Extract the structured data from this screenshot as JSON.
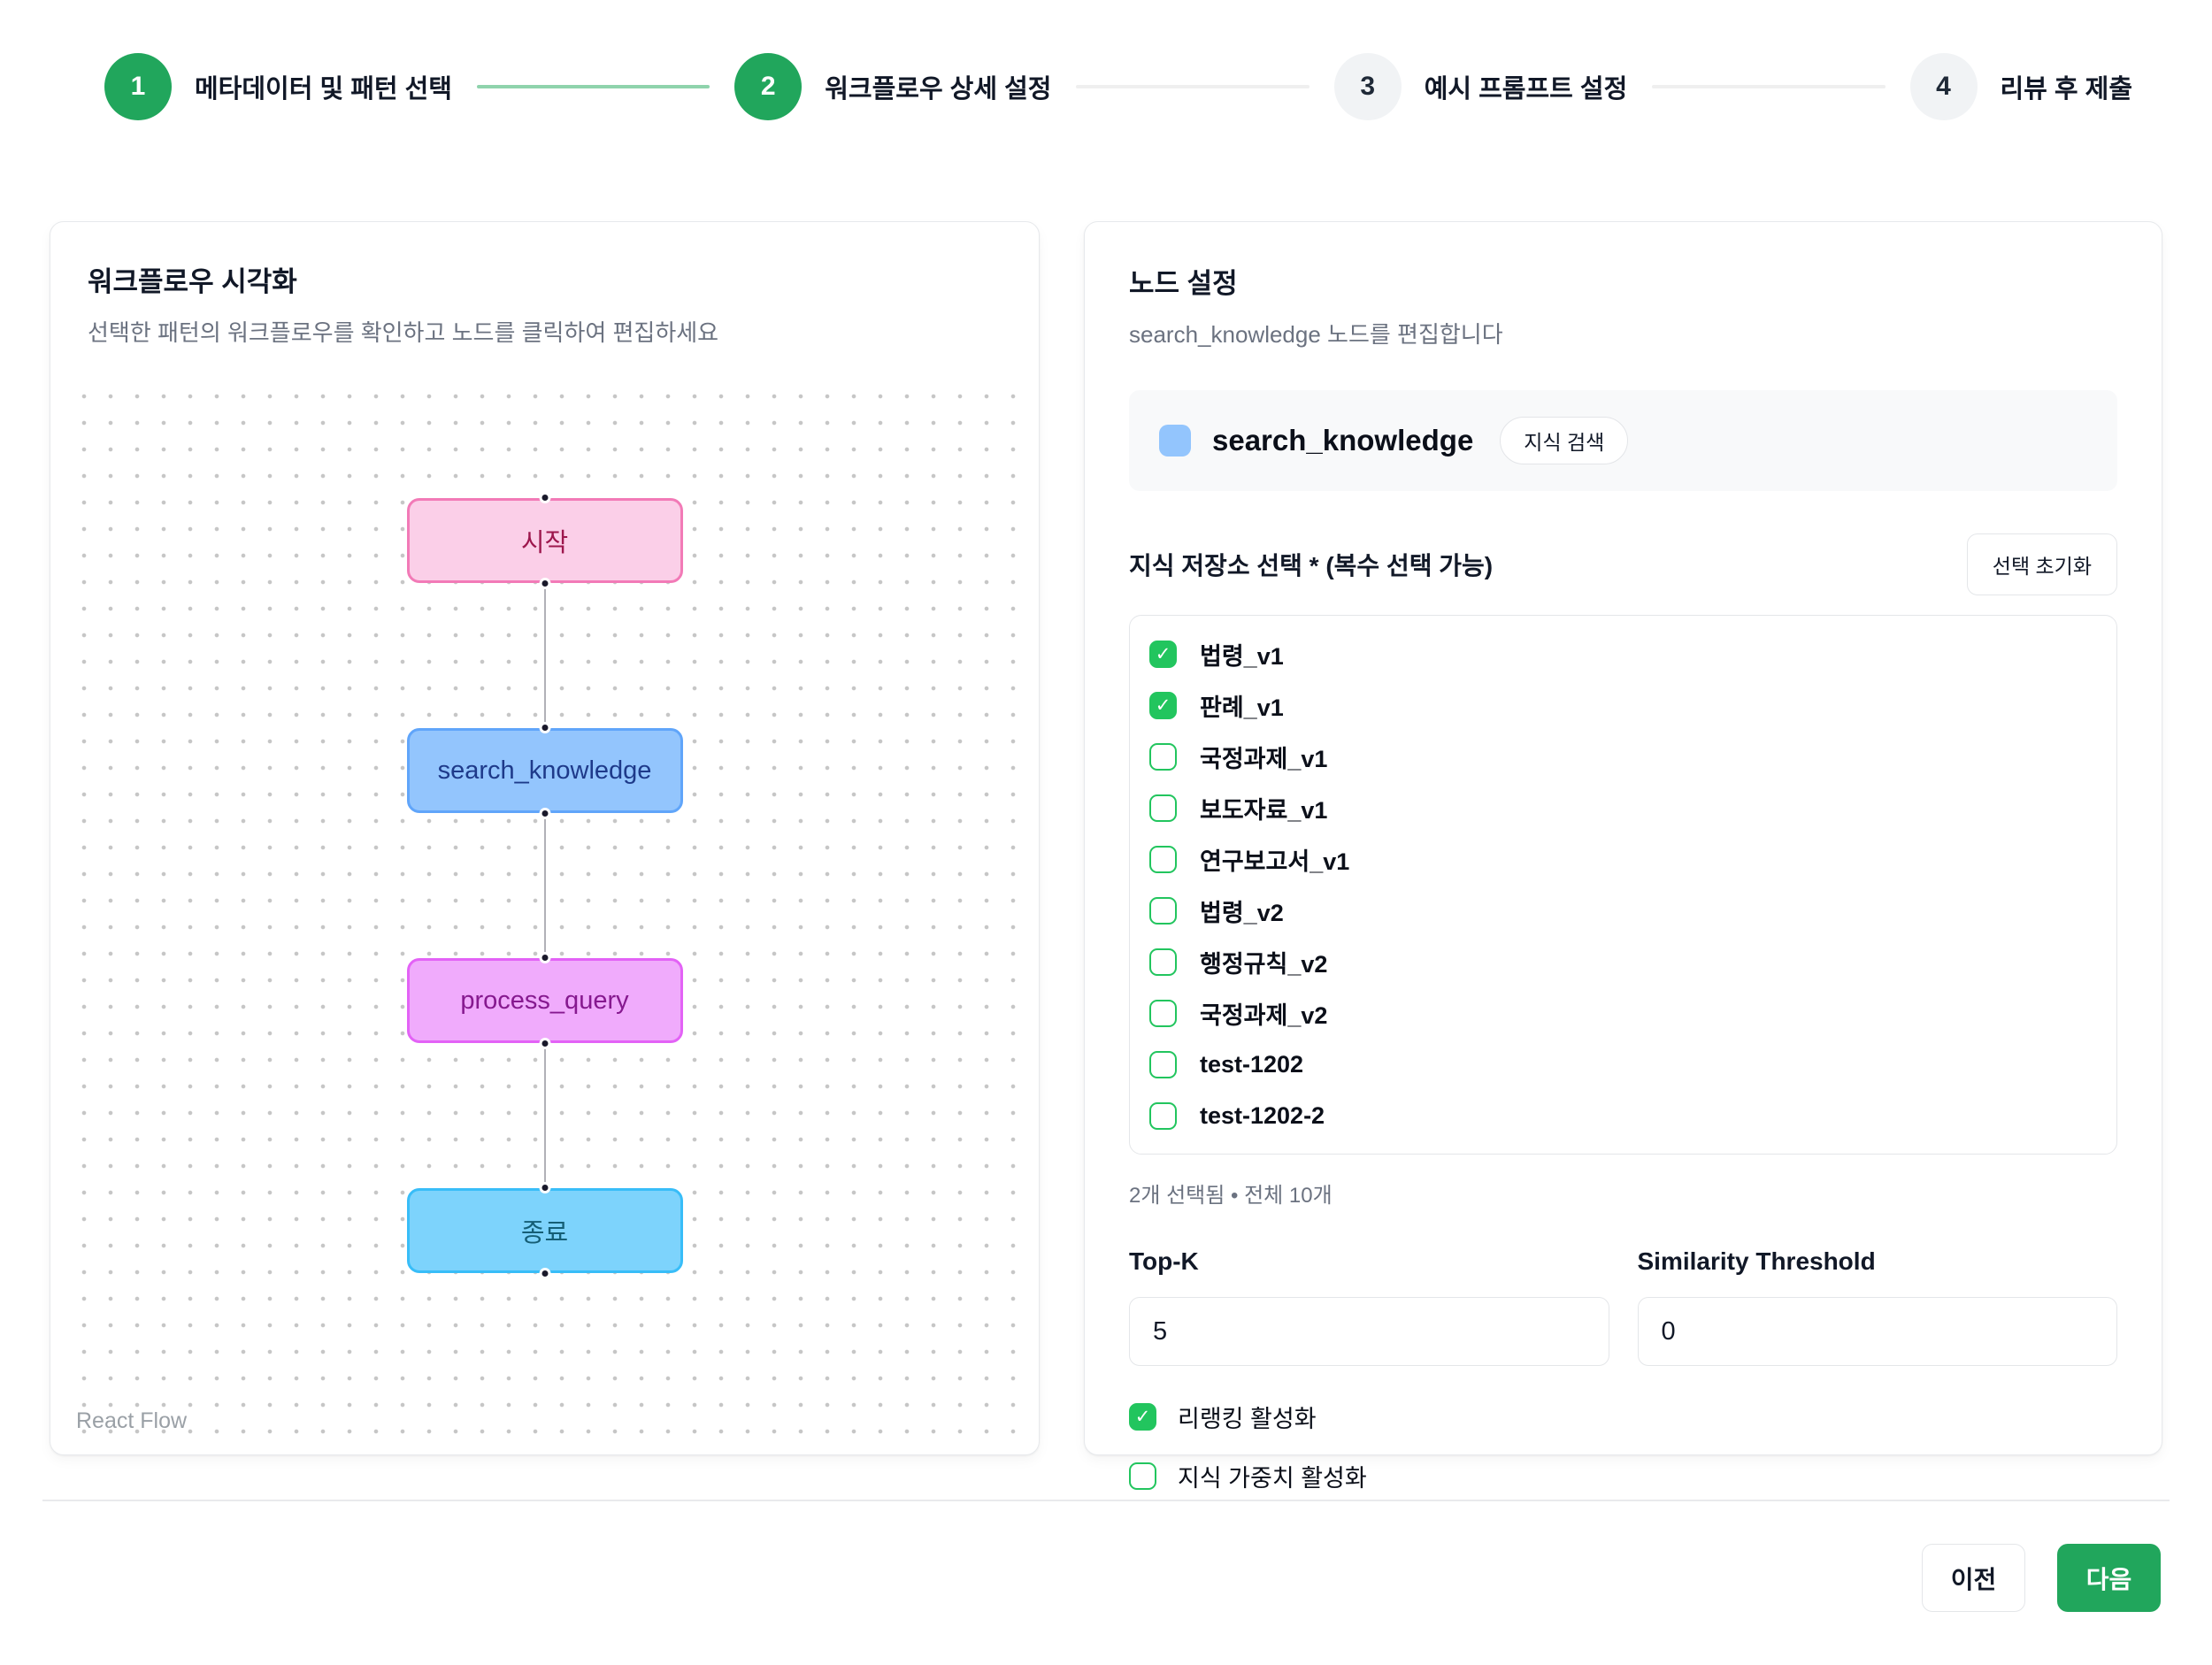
{
  "icons": {
    "check": "✓"
  },
  "colors": {
    "accent_green": "#21a65c",
    "checkbox_green": "#22c55e",
    "connector_done": "#8fd3ac",
    "connector_pending": "#efefef",
    "edge_gray": "#b1b1b7",
    "handle_dark": "#1a192b"
  },
  "stepper": {
    "steps": [
      {
        "number": "1",
        "label": "메타데이터 및 패턴 선택",
        "state": "complete"
      },
      {
        "number": "2",
        "label": "워크플로우 상세 설정",
        "state": "active"
      },
      {
        "number": "3",
        "label": "예시 프롬프트 설정",
        "state": "pending"
      },
      {
        "number": "4",
        "label": "리뷰 후 제출",
        "state": "pending"
      }
    ]
  },
  "workflow_panel": {
    "title": "워크플로우 시각화",
    "subtitle": "선택한 패턴의 워크플로우를 확인하고 노드를 클릭하여 편집하세요",
    "attribution": "React Flow",
    "nodes": [
      {
        "id": "start",
        "label": "시작",
        "fill": "#fbcfe8",
        "border": "#f27ab7",
        "text_color": "#9d174d"
      },
      {
        "id": "search_knowledge",
        "label": "search_knowledge",
        "fill": "#93c5fd",
        "border": "#60a5fa",
        "text_color": "#1e3a8a"
      },
      {
        "id": "process_query",
        "label": "process_query",
        "fill": "#f0abfc",
        "border": "#e362f6",
        "text_color": "#86198f"
      },
      {
        "id": "end",
        "label": "종료",
        "fill": "#7dd3fc",
        "border": "#38bdf8",
        "text_color": "#155e75"
      }
    ]
  },
  "node_settings": {
    "title": "노드 설정",
    "subtitle": "search_knowledge 노드를 편집합니다",
    "selected_node": {
      "name": "search_knowledge",
      "type_badge": "지식 검색",
      "swatch_color": "#93c5fd"
    },
    "store_section": {
      "label": "지식 저장소 선택 * (복수 선택 가능)",
      "reset_button": "선택 초기화",
      "options": [
        {
          "label": "법령_v1",
          "state": "checked"
        },
        {
          "label": "판례_v1",
          "state": "checked"
        },
        {
          "label": "국정과제_v1",
          "state": "unchecked"
        },
        {
          "label": "보도자료_v1",
          "state": "unchecked"
        },
        {
          "label": "연구보고서_v1",
          "state": "unchecked"
        },
        {
          "label": "법령_v2",
          "state": "unchecked"
        },
        {
          "label": "행정규칙_v2",
          "state": "unchecked"
        },
        {
          "label": "국정과제_v2",
          "state": "unchecked"
        },
        {
          "label": "test-1202",
          "state": "unchecked"
        },
        {
          "label": "test-1202-2",
          "state": "unchecked"
        }
      ],
      "summary": "2개 선택됨 • 전체 10개"
    },
    "top_k": {
      "label": "Top-K",
      "value": "5"
    },
    "similarity_threshold": {
      "label": "Similarity Threshold",
      "value": "0"
    },
    "toggles": [
      {
        "label": "리랭킹 활성화",
        "state": "checked"
      },
      {
        "label": "지식 가중치 활성화",
        "state": "unchecked"
      }
    ]
  },
  "footer": {
    "prev_label": "이전",
    "next_label": "다음"
  }
}
